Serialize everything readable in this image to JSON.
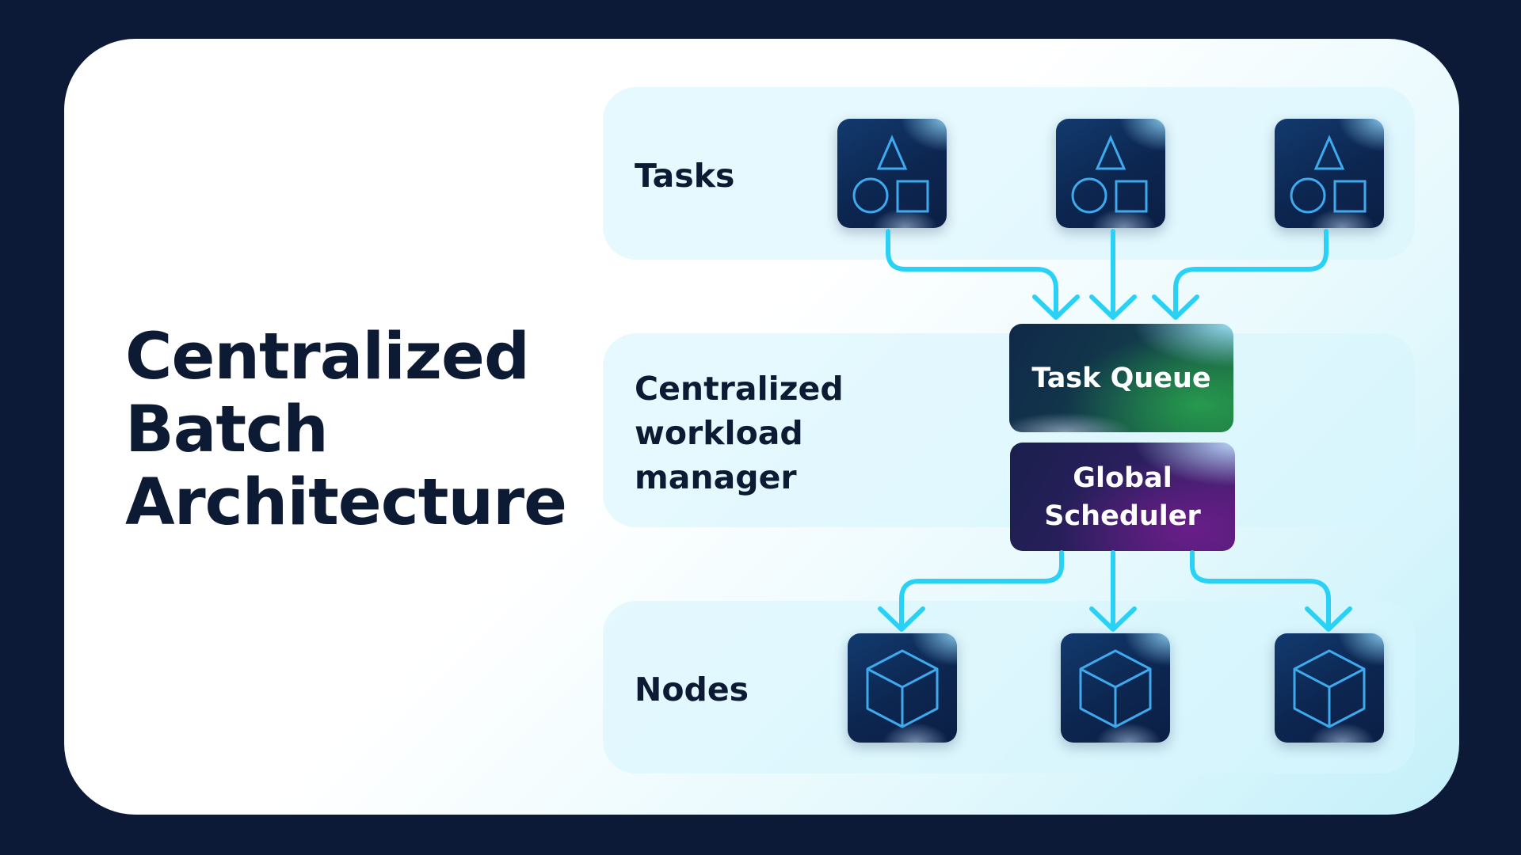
{
  "headline": [
    "Centralized",
    "Batch",
    "Architecture"
  ],
  "rows": {
    "tasks": "Tasks",
    "manager": [
      "Centralized",
      "workload",
      "manager"
    ],
    "nodes": "Nodes"
  },
  "boxes": {
    "task_queue": "Task Queue",
    "global_scheduler": [
      "Global",
      "Scheduler"
    ]
  },
  "icons": {
    "task_tiles": [
      "shapes-icon",
      "shapes-icon",
      "shapes-icon"
    ],
    "node_tiles": [
      "cube-icon",
      "cube-icon",
      "cube-icon"
    ]
  },
  "colors": {
    "background": "#0c1a37",
    "text": "#0d1a33",
    "arrow": "#29d2f5",
    "icon_stroke": "#3fa9ee"
  }
}
